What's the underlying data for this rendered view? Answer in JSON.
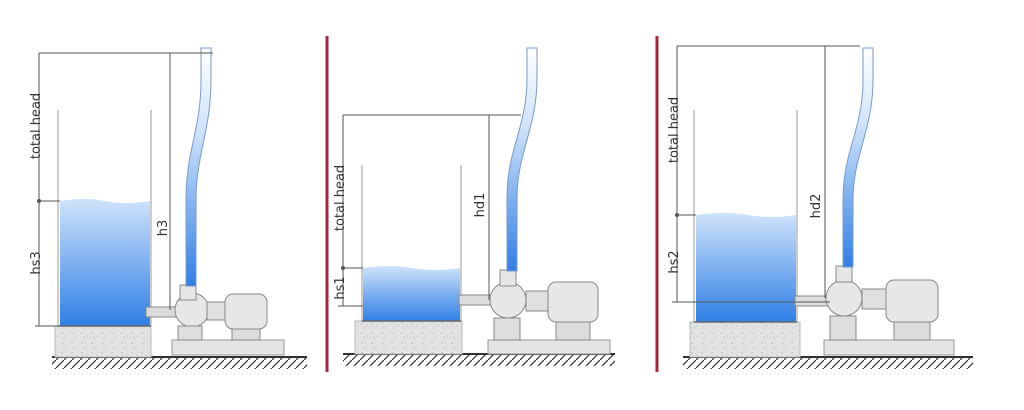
{
  "colors": {
    "water_top": "#cfe3fb",
    "water_bottom": "#2f7fe6",
    "divider": "#a8243a",
    "concrete": "#e4e4e4",
    "pump_body": "#e7e7e7",
    "ground": "#333333"
  },
  "panels": [
    {
      "label_total_head": "total head",
      "label_static": "hs3",
      "label_pipe": "h3"
    },
    {
      "label_total_head": "total head",
      "label_static": "hs1",
      "label_pipe": "hd1"
    },
    {
      "label_total_head": "total head",
      "label_static": "hs2",
      "label_pipe": "hd2"
    }
  ],
  "icons": {
    "tank": "tank-icon",
    "pump": "pump-icon",
    "motor": "motor-icon",
    "ground": "ground-hatch-icon"
  }
}
